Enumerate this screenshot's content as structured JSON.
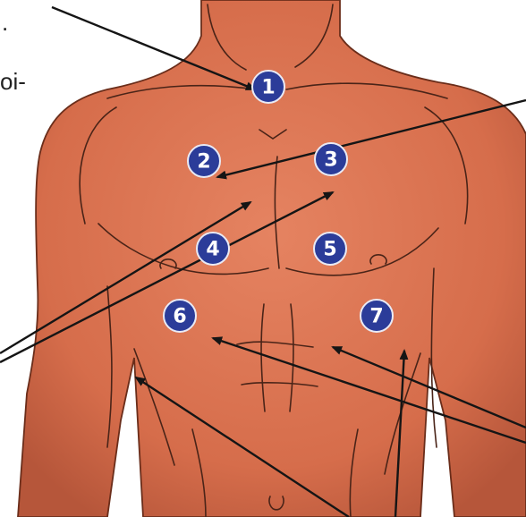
{
  "text_fragments": {
    "top_left_1": ".",
    "top_left_2": "oi-"
  },
  "colors": {
    "skin": "#d9714e",
    "skin_shadow": "#b9573a",
    "marker": "#2b3c99",
    "arrow": "#151515"
  },
  "markers": [
    {
      "id": "1",
      "label": "1"
    },
    {
      "id": "2",
      "label": "2"
    },
    {
      "id": "3",
      "label": "3"
    },
    {
      "id": "4",
      "label": "4"
    },
    {
      "id": "5",
      "label": "5"
    },
    {
      "id": "6",
      "label": "6"
    },
    {
      "id": "7",
      "label": "7"
    }
  ]
}
